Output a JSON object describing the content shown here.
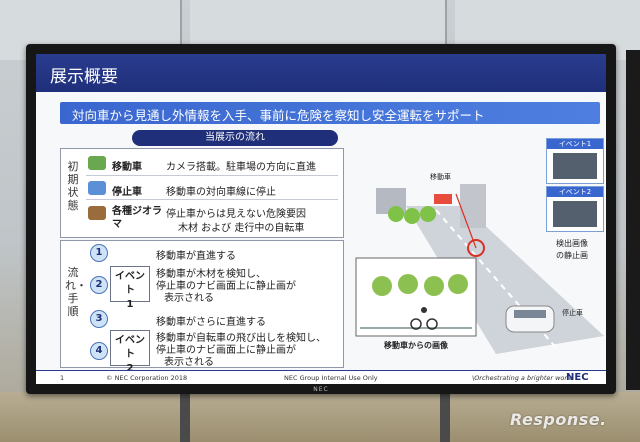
{
  "slide": {
    "title": "展示概要",
    "banner": "対向車から見通し外情報を入手、事前に危険を察知し安全運転をサポート",
    "flow_heading": "当展示の流れ",
    "initial": {
      "label": "初期状態",
      "rows": [
        {
          "name": "移動車",
          "desc": "カメラ搭載。駐車場の方向に直進"
        },
        {
          "name": "停止車",
          "desc": "移動車の対向車線に停止"
        },
        {
          "name": "各種ジオラマ",
          "desc": "停止車からは見えない危険要因",
          "desc2": "木材 および 走行中の自転車"
        }
      ]
    },
    "steps": {
      "label": "流れ・手順",
      "items": [
        {
          "num": "1",
          "line1": "移動車が直進する"
        },
        {
          "num": "2",
          "event": "イベント",
          "event_no": "1",
          "line1": "移動車が木材を検知し、",
          "line2": "停止車のナビ画面上に静止画が",
          "line3": "表示される"
        },
        {
          "num": "3",
          "line1": "移動車がさらに直進する"
        },
        {
          "num": "4",
          "event": "イベント",
          "event_no": "2",
          "line1": "移動車が自転車の飛び出しを検知し、",
          "line2": "停止車のナビ画面上に静止画が",
          "line3": "表示される"
        }
      ]
    },
    "illustration": {
      "moving_car_label": "移動車",
      "stopped_car_label": "停止車",
      "camera_caption": "移動車からの画像",
      "event1_label": "イベント1",
      "event2_label": "イベント2",
      "detected_caption_1": "検出画像",
      "detected_caption_2": "の静止画"
    },
    "footer": {
      "page": "1",
      "copyright": "© NEC Corporation 2018",
      "classification": "NEC Group Internal Use Only",
      "tagline": "\\Orchestrating a brighter world",
      "logo": "NEC"
    }
  },
  "monitor": {
    "brand": "NEC"
  },
  "watermark": "Response."
}
